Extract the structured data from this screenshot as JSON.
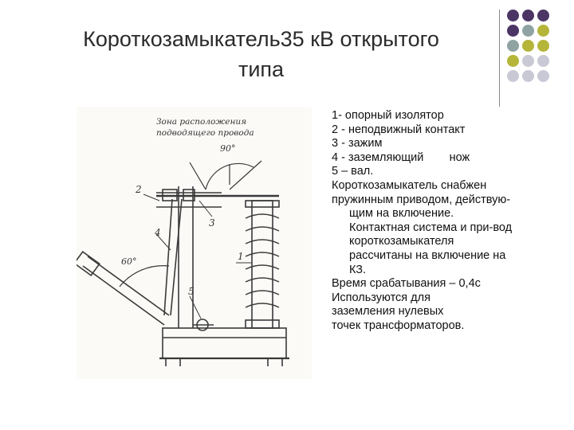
{
  "slide": {
    "title_line1": "Короткозамыкатель35 кВ открытого",
    "title_line2": "типа"
  },
  "decoration": {
    "dot_rows": [
      [
        "#4b3565",
        "#4b3565",
        "#4b3565"
      ],
      [
        "#4b3565",
        "#8fa3a3",
        "#b5b53a"
      ],
      [
        "#8fa3a3",
        "#b5b53a",
        "#b5b53a"
      ],
      [
        "#b5b53a",
        "#c9c9d6",
        "#c9c9d6"
      ],
      [
        "#c9c9d6",
        "#c9c9d6",
        "#c9c9d6"
      ]
    ]
  },
  "figure": {
    "zone_label_line1": "Зона расположения",
    "zone_label_line2": "подводящего провода",
    "angle_top": "90°",
    "angle_left": "60°",
    "callouts": [
      "1",
      "2",
      "3",
      "4",
      "5"
    ]
  },
  "description": {
    "lines": [
      "1- опорный изолятор",
      "2 - неподвижный контакт",
      "3 - зажим",
      "4 - заземляющий        нож",
      "5 – вал.",
      "Короткозамыкатель снабжен",
      "пружинным приводом, действую-",
      "щим на включение.",
      "Контактная система и при-вод",
      "короткозамыкателя",
      "рассчитаны на включение на",
      "КЗ.",
      "Время срабатывания – 0,4с",
      "Используются для",
      "заземления нулевых",
      "точек трансформаторов."
    ]
  }
}
